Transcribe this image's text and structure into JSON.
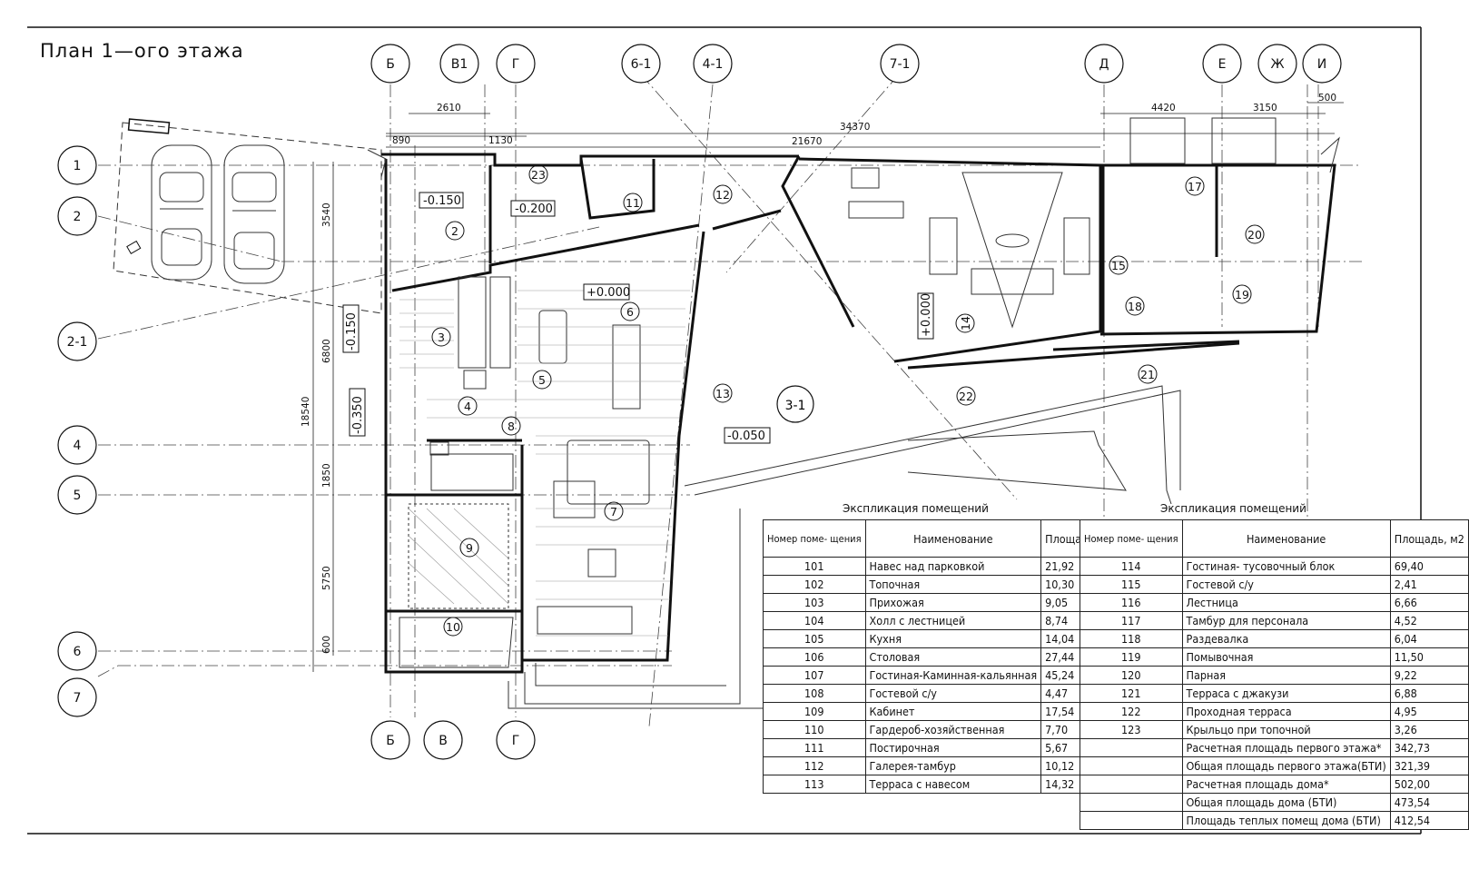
{
  "title": "План 1—ого этажа",
  "axes_top": [
    "Б",
    "В1",
    "Г",
    "6-1",
    "4-1",
    "7-1",
    "Д",
    "Е",
    "Ж",
    "И"
  ],
  "axes_bottom": [
    "Б",
    "В",
    "Г"
  ],
  "axes_left": [
    "1",
    "2",
    "2-1",
    "4",
    "5",
    "6",
    "7"
  ],
  "dims_top": [
    "2610",
    "890",
    "1130",
    "21670",
    "34370",
    "4420",
    "3150",
    "500"
  ],
  "dims_left": [
    "3540",
    "6800",
    "18540",
    "1850",
    "5750",
    "600"
  ],
  "levels": [
    "-0.150",
    "-0.200",
    "+0.000",
    "-0.150",
    "-0.350",
    "-0.050"
  ],
  "level_vertical": "+0.000",
  "rooms": [
    "2",
    "3",
    "4",
    "5",
    "6",
    "7",
    "8",
    "9",
    "10",
    "11",
    "12",
    "13",
    "14",
    "15",
    "17",
    "18",
    "19",
    "20",
    "21",
    "22",
    "23"
  ],
  "section_mark": "3-1",
  "table_caption": "Экспликация помещений",
  "table_headers": {
    "num": "Номер поме- щения",
    "name": "Наименование",
    "area": "Площадь, м2"
  },
  "table_left": [
    {
      "num": "101",
      "name": "Навес над парковкой",
      "area": "21,92"
    },
    {
      "num": "102",
      "name": "Топочная",
      "area": "10,30"
    },
    {
      "num": "103",
      "name": "Прихожая",
      "area": "9,05"
    },
    {
      "num": "104",
      "name": "Холл с лестницей",
      "area": "8,74"
    },
    {
      "num": "105",
      "name": "Кухня",
      "area": "14,04"
    },
    {
      "num": "106",
      "name": "Столовая",
      "area": "27,44"
    },
    {
      "num": "107",
      "name": "Гостиная-Каминная-кальянная",
      "area": "45,24"
    },
    {
      "num": "108",
      "name": "Гостевой с/у",
      "area": "4,47"
    },
    {
      "num": "109",
      "name": "Кабинет",
      "area": "17,54"
    },
    {
      "num": "110",
      "name": "Гардероб-хозяйственная",
      "area": "7,70"
    },
    {
      "num": "111",
      "name": "Постирочная",
      "area": "5,67"
    },
    {
      "num": "112",
      "name": "Галерея-тамбур",
      "area": "10,12"
    },
    {
      "num": "113",
      "name": "Терраса с навесом",
      "area": "14,32"
    }
  ],
  "table_right": [
    {
      "num": "114",
      "name": "Гостиная- тусовочный блок",
      "area": "69,40"
    },
    {
      "num": "115",
      "name": "Гостевой с/у",
      "area": "2,41"
    },
    {
      "num": "116",
      "name": "Лестница",
      "area": "6,66"
    },
    {
      "num": "117",
      "name": "Тамбур для персонала",
      "area": "4,52"
    },
    {
      "num": "118",
      "name": "Раздевалка",
      "area": "6,04"
    },
    {
      "num": "119",
      "name": "Помывочная",
      "area": "11,50"
    },
    {
      "num": "120",
      "name": "Парная",
      "area": "9,22"
    },
    {
      "num": "121",
      "name": "Терраса с джакузи",
      "area": "6,88"
    },
    {
      "num": "122",
      "name": "Проходная терраса",
      "area": "4,95"
    },
    {
      "num": "123",
      "name": "Крыльцо при топочной",
      "area": "3,26"
    },
    {
      "num": "",
      "name": "Расчетная площадь первого этажа*",
      "area": "342,73"
    },
    {
      "num": "",
      "name": "Общая площадь первого этажа(БТИ)",
      "area": "321,39"
    },
    {
      "num": "",
      "name": "Расчетная площадь дома*",
      "area": "502,00"
    },
    {
      "num": "",
      "name": "Общая площадь дома (БТИ)",
      "area": "473,54"
    },
    {
      "num": "",
      "name": "Площадь теплых помещ дома (БТИ)",
      "area": "412,54"
    }
  ]
}
